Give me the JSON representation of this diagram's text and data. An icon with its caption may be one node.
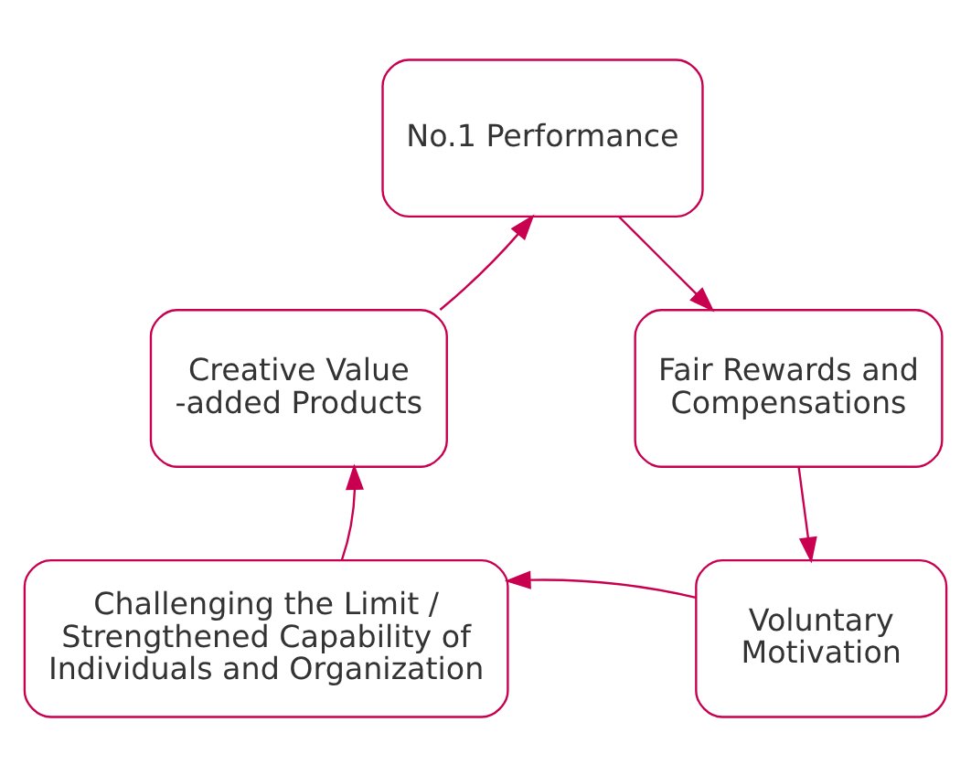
{
  "diagram": {
    "nodes": [
      {
        "text": [
          "No.1 Performance"
        ]
      },
      {
        "text": [
          "Fair Rewards and Compensations"
        ]
      },
      {
        "text": [
          "Voluntary Motivation"
        ]
      },
      {
        "text": [
          "Challenging the Limit / Strengthened Capability of Individuals and Organization"
        ]
      },
      {
        "text": [
          "Creative Value -added Products"
        ]
      }
    ],
    "edges": [
      {
        "from": 0,
        "to": 1,
        "arrow": "to"
      },
      {
        "from": 1,
        "to": 2,
        "arrow": "to"
      },
      {
        "from": 2,
        "to": 3,
        "arrow": "to"
      },
      {
        "from": 3,
        "to": 4,
        "arrow": "to"
      },
      {
        "from": 4,
        "to": 0,
        "arrow": "to"
      }
    ]
  }
}
